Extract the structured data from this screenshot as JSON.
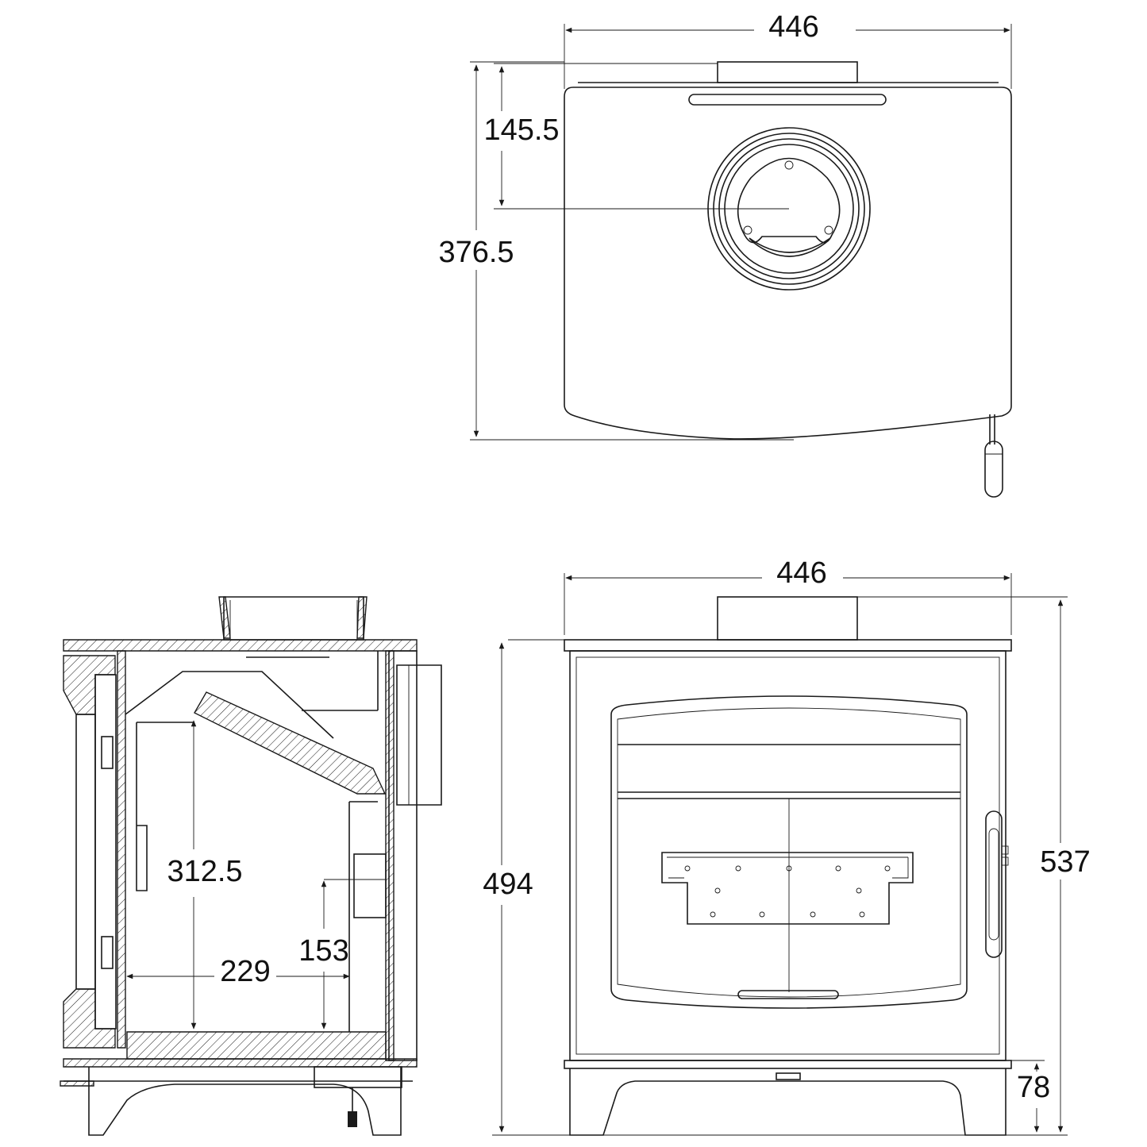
{
  "colors": {
    "line": "#1a1a1a",
    "background": "#ffffff"
  },
  "plan_view": {
    "width_label": "446",
    "flue_offset_label": "145.5",
    "depth_label": "376.5"
  },
  "section_view": {
    "firebox_height_label": "312.5",
    "grate_height_label": "153",
    "firebox_depth_label": "229"
  },
  "front_view": {
    "width_label": "446",
    "body_height_label": "494",
    "overall_height_label": "537",
    "base_height_label": "78"
  }
}
